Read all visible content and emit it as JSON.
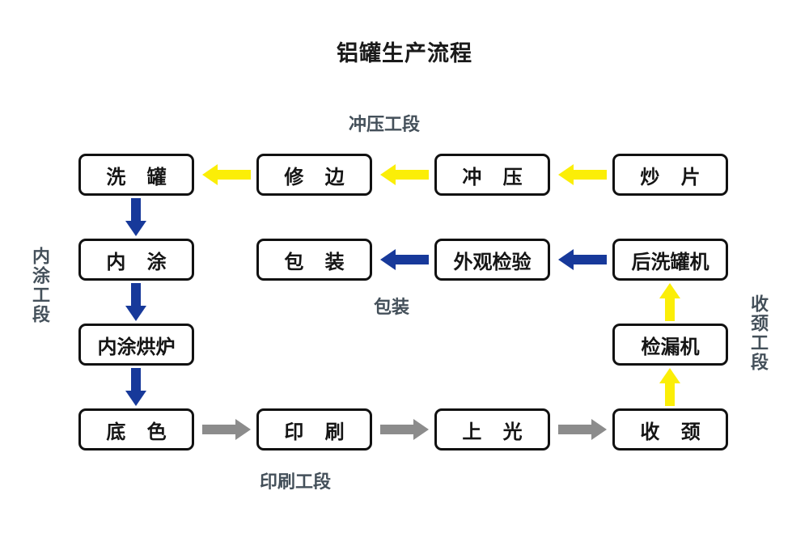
{
  "title": "铝罐生产流程",
  "colors": {
    "yellow_arrow": "#FBEE07",
    "blue_arrow": "#17399A",
    "gray_arrow": "#8C8C8C",
    "box_border": "#111111",
    "box_fill": "#FFFFFF",
    "text": "#151515",
    "section_label": "#44505A",
    "background": "#FFFFFF"
  },
  "nodes": {
    "wash_can": "洗 罐",
    "trim": "修 边",
    "stamping": "冲 压",
    "cupping": "炒 片",
    "inner_coat": "内 涂",
    "packing": "包 装",
    "visual_inspect": "外观检验",
    "post_washer": "后洗罐机",
    "inner_coat_oven": "内涂烘炉",
    "leak_tester": "检漏机",
    "base_coat": "底 色",
    "printing": "印 刷",
    "varnish": "上 光",
    "necking": "收 颈"
  },
  "section_labels": {
    "stamping_section": "冲压工段",
    "packing_section": "包装",
    "necking_section": "收颈工段",
    "inner_coating_section": "内涂工段",
    "printing_section": "印刷工段"
  },
  "chart_data": {
    "type": "diagram",
    "diagram_kind": "process-flowchart",
    "title": "铝罐生产流程",
    "rows": [
      {
        "row": 1,
        "nodes": [
          "洗 罐",
          "修 边",
          "冲 压",
          "炒 片"
        ],
        "flow_direction": "right-to-left"
      },
      {
        "row": 2,
        "nodes": [
          "内 涂",
          "包 装",
          "外观检验",
          "后洗罐机"
        ],
        "flow_direction": "right-to-left"
      },
      {
        "row": 3,
        "nodes": [
          "内涂烘炉",
          "",
          "",
          "检漏机"
        ],
        "flow_direction": "mixed"
      },
      {
        "row": 4,
        "nodes": [
          "底 色",
          "印 刷",
          "上 光",
          "收 颈"
        ],
        "flow_direction": "left-to-right"
      }
    ],
    "edges": [
      {
        "from": "炒 片",
        "to": "冲 压",
        "color": "#FBEE07",
        "direction": "left"
      },
      {
        "from": "冲 压",
        "to": "修 边",
        "color": "#FBEE07",
        "direction": "left"
      },
      {
        "from": "修 边",
        "to": "洗 罐",
        "color": "#FBEE07",
        "direction": "left"
      },
      {
        "from": "洗 罐",
        "to": "内 涂",
        "color": "#17399A",
        "direction": "down"
      },
      {
        "from": "内 涂",
        "to": "内涂烘炉",
        "color": "#17399A",
        "direction": "down"
      },
      {
        "from": "内涂烘炉",
        "to": "底 色",
        "color": "#17399A",
        "direction": "down"
      },
      {
        "from": "底 色",
        "to": "印 刷",
        "color": "#8C8C8C",
        "direction": "right"
      },
      {
        "from": "印 刷",
        "to": "上 光",
        "color": "#8C8C8C",
        "direction": "right"
      },
      {
        "from": "上 光",
        "to": "收 颈",
        "color": "#8C8C8C",
        "direction": "right"
      },
      {
        "from": "收 颈",
        "to": "检漏机",
        "color": "#FBEE07",
        "direction": "up"
      },
      {
        "from": "检漏机",
        "to": "后洗罐机",
        "color": "#FBEE07",
        "direction": "up"
      },
      {
        "from": "后洗罐机",
        "to": "外观检验",
        "color": "#17399A",
        "direction": "left"
      },
      {
        "from": "外观检验",
        "to": "包 装",
        "color": "#17399A",
        "direction": "left"
      }
    ],
    "sections": [
      "冲压工段",
      "内涂工段",
      "印刷工段",
      "收颈工段",
      "包装"
    ]
  }
}
